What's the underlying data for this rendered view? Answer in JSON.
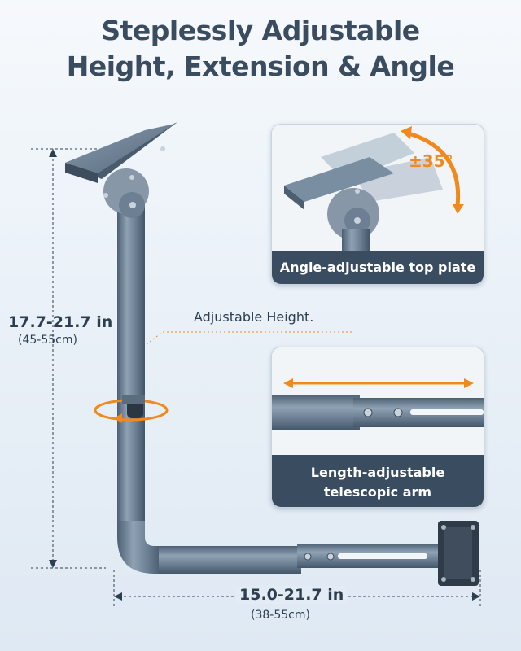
{
  "title": {
    "line1": "Steplessly Adjustable",
    "line2": "Height, Extension & Angle"
  },
  "height_dimension": {
    "imperial": "17.7-21.7 in",
    "metric": "(45-55cm)"
  },
  "length_dimension": {
    "imperial": "15.0-21.7 in",
    "metric": "(38-55cm)"
  },
  "callout": {
    "height_label": "Adjustable Height."
  },
  "top_card": {
    "angle": "±35°",
    "caption": "Angle-adjustable top plate"
  },
  "bottom_card": {
    "caption_line1": "Length-adjustable",
    "caption_line2": "telescopic arm"
  },
  "colors": {
    "title": "#3a4c60",
    "accent": "#f08a1c",
    "metal": "#6f8396",
    "caption_bg": "#3a4c60"
  }
}
